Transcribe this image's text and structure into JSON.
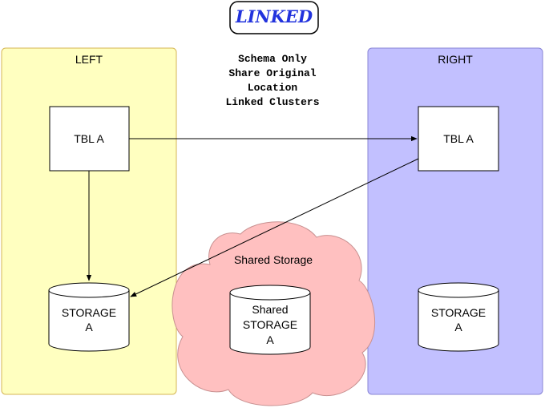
{
  "title": "LINKED",
  "notes": [
    "Schema Only",
    "Share Original",
    "Location",
    "Linked Clusters"
  ],
  "left": {
    "label": "LEFT",
    "table": "TBL A",
    "storage": [
      "STORAGE",
      "A"
    ]
  },
  "right": {
    "label": "RIGHT",
    "table": "TBL A",
    "storage": [
      "STORAGE",
      "A"
    ]
  },
  "shared": {
    "label": "Shared Storage",
    "storage": [
      "Shared",
      "STORAGE",
      "A"
    ]
  },
  "colors": {
    "left_fill": "#ffffc0",
    "left_stroke": "#d6b656",
    "right_fill": "#c2c0ff",
    "right_stroke": "#8a86d6",
    "cloud_fill": "#ffc0c0",
    "cloud_stroke": "#c89090",
    "title_text": "#2233dd"
  }
}
